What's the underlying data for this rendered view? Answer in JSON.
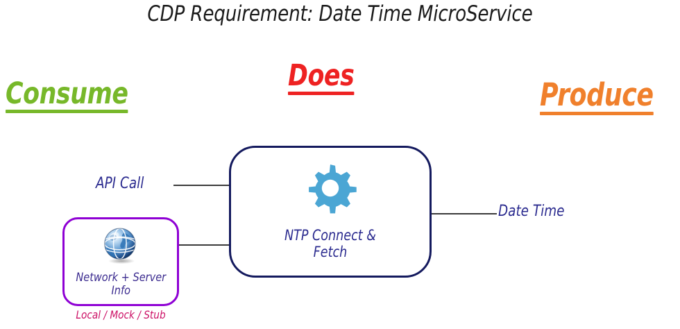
{
  "slide": {
    "title": "CDP Requirement: Date Time MicroService"
  },
  "headings": {
    "consume": {
      "label": "Consume",
      "color": "#77b82a"
    },
    "does": {
      "label": "Does",
      "color": "#ee2222"
    },
    "produce": {
      "label": "Produce",
      "color": "#f0802c"
    }
  },
  "nodes": {
    "process": {
      "label": "NTP Connect &\nFetch",
      "icon": "gear-icon",
      "border_color": "#141a5e",
      "text_color": "#2b2b8f",
      "icon_color": "#4ba6d4"
    },
    "source": {
      "label": "Network + Server\nInfo",
      "sublabel": "Local / Mock / Stub",
      "icon": "globe-icon",
      "border_color": "#8e00d4",
      "text_color": "#3b2b8f",
      "sublabel_color": "#cc1166"
    }
  },
  "edges": {
    "api_call": {
      "label": "API Call",
      "color": "#3a3a3a"
    },
    "network_link": {
      "label": "",
      "color": "#3a3a3a"
    },
    "date_time": {
      "label": "Date Time",
      "color": "#3a3a3a"
    }
  }
}
